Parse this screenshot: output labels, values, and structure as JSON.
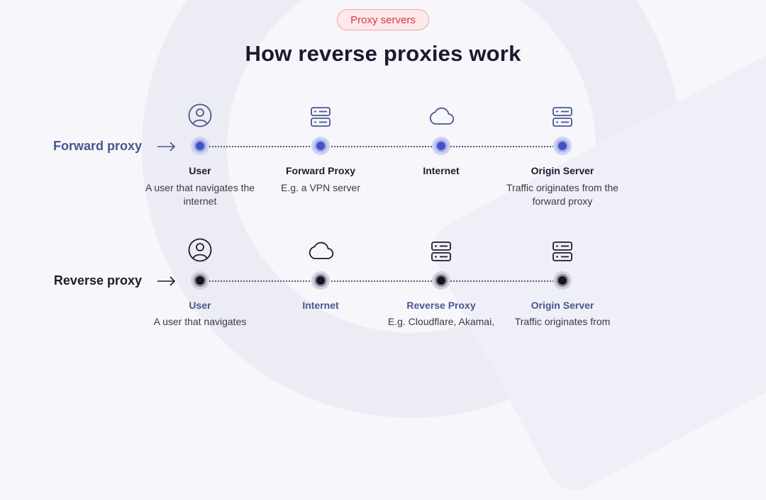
{
  "tag": "Proxy servers",
  "title": "How reverse proxies work",
  "forward": {
    "label": "Forward proxy",
    "nodes": [
      {
        "icon": "user-icon",
        "name": "User",
        "desc": "A user that navigates the internet"
      },
      {
        "icon": "server-icon",
        "name": "Forward Proxy",
        "desc": "E.g. a VPN server"
      },
      {
        "icon": "cloud-icon",
        "name": "Internet",
        "desc": ""
      },
      {
        "icon": "server-icon",
        "name": "Origin Server",
        "desc": "Traffic originates from the forward proxy"
      }
    ]
  },
  "reverse": {
    "label": "Reverse proxy",
    "nodes": [
      {
        "icon": "user-icon",
        "name": "User",
        "desc": "A user that navigates"
      },
      {
        "icon": "cloud-icon",
        "name": "Internet",
        "desc": ""
      },
      {
        "icon": "server-icon",
        "name": "Reverse Proxy",
        "desc": "E.g. Cloudflare, Akamai,"
      },
      {
        "icon": "server-icon",
        "name": "Origin Server",
        "desc": "Traffic originates from"
      }
    ]
  },
  "colors": {
    "accent": "#4353c6",
    "tag": "#d2364f",
    "label_blue": "#4a5690"
  }
}
